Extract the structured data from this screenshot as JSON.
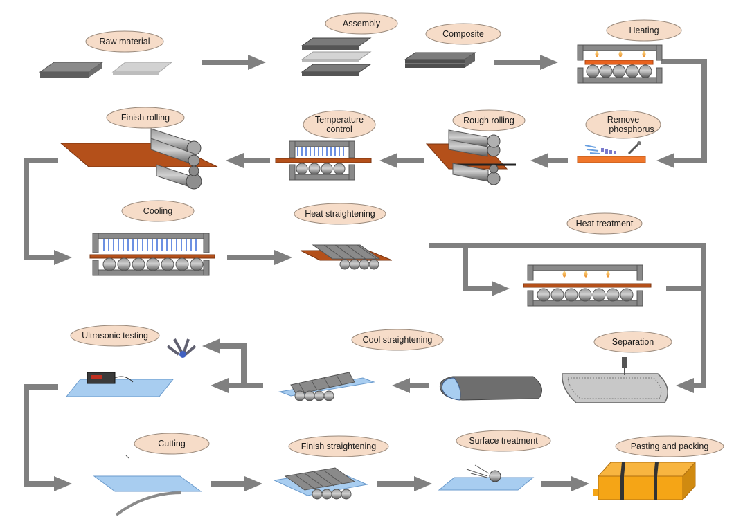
{
  "colors": {
    "label_fill": "#f6dcc8",
    "label_stroke": "#9a8a7c",
    "arrow": "#808080",
    "steel_dark": "#707070",
    "steel_light": "#c8c8c8",
    "hot_plate": "#b4501a",
    "orange_plate": "#f0762a",
    "blue_plate": "#a8cdf0",
    "package": "#f5a516"
  },
  "steps": {
    "raw_material": "Raw  material",
    "assembly": "Assembly",
    "composite": "Composite",
    "heating": "Heating",
    "remove_phosphorus": [
      "Remove",
      "phosphorus"
    ],
    "rough_rolling": "Rough rolling",
    "temperature_control": [
      "Temperature",
      "control"
    ],
    "finish_rolling": "Finish rolling",
    "cooling": "Cooling",
    "heat_straightening": "Heat straightening",
    "heat_treatment": "Heat treatment",
    "separation": "Separation",
    "cool_straightening": "Cool straightening",
    "ultrasonic_testing": "Ultrasonic testing",
    "cutting": "Cutting",
    "finish_straightening": "Finish straightening",
    "surface_treatment": "Surface treatment",
    "pasting_and_packing": "Pasting and packing"
  }
}
